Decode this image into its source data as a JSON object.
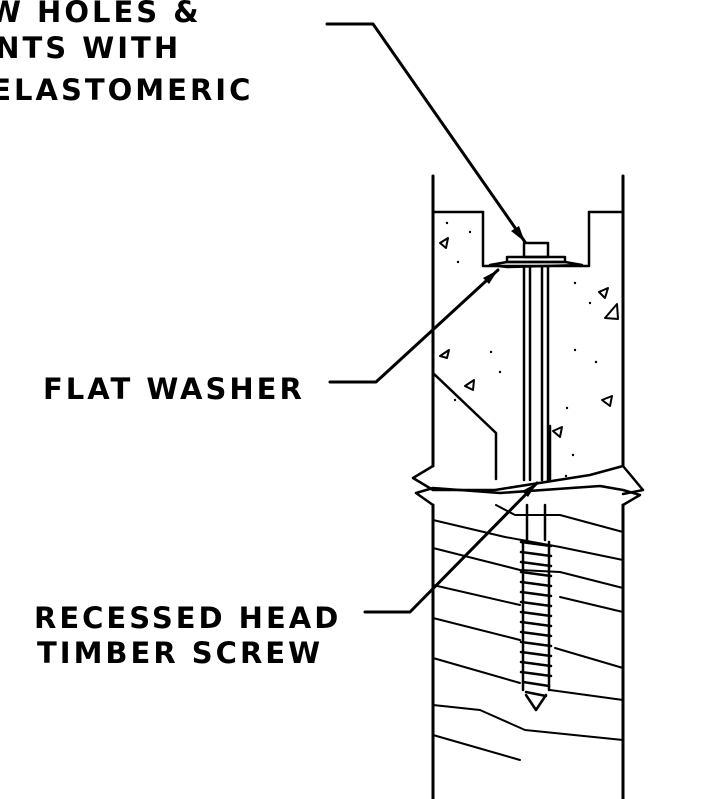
{
  "labels": {
    "callout_top": [
      "FILL SCREW HOLES &",
      "JOINTS WITH",
      "POLYURETHANE ELASTOMERIC"
    ],
    "flat_washer": "FLAT WASHER",
    "screw": [
      "RECESSED HEAD",
      "TIMBER SCREW"
    ]
  },
  "colors": {
    "ink": "#000000",
    "background": "#ffffff"
  }
}
